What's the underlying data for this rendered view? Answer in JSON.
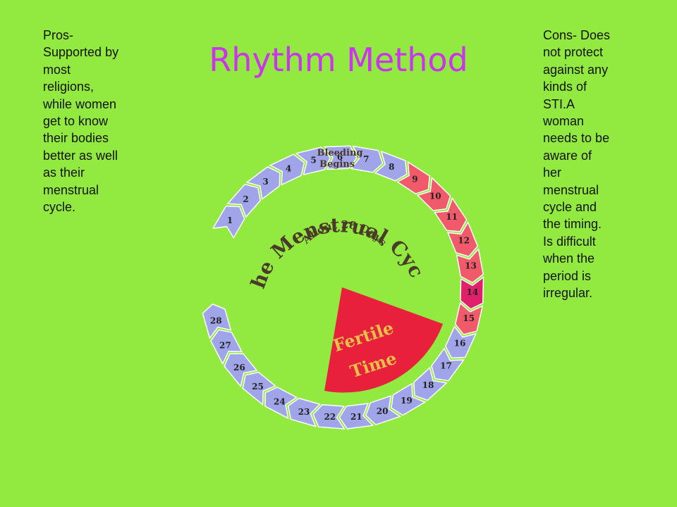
{
  "slide": {
    "title": "Rhythm Method",
    "pros": "Pros-\nSupported by\nmost\nreligions,\nwhile women\nget to know\ntheir bodies\nbetter as well\nas their\nmenstrual\ncycle.",
    "cons": "Cons- Does\nnot protect\nagainst any\nkinds of\nSTI.A\nwoman\nneeds to be\naware of\nher\nmenstrual\ncycle and\nthe timing.\nIs difficult\nwhen the\nperiod is\nirregular."
  },
  "diagram": {
    "heading": "The Menstrual Cycle",
    "subheading": "About 28 Days",
    "start_label_line1": "Bleeding",
    "start_label_line2": "Begins",
    "fertile_line1": "Fertile",
    "fertile_line2": "Time",
    "days": [
      "1",
      "2",
      "3",
      "4",
      "5",
      "6",
      "7",
      "8",
      "9",
      "10",
      "11",
      "12",
      "13",
      "14",
      "15",
      "16",
      "17",
      "18",
      "19",
      "20",
      "21",
      "22",
      "23",
      "24",
      "25",
      "26",
      "27",
      "28"
    ],
    "fertile_days": [
      "9",
      "10",
      "11",
      "12",
      "13",
      "14",
      "15"
    ],
    "peak_day": "14",
    "colors": {
      "background": "#92e93f",
      "title": "#cc33ee",
      "regular_arrow": "#a0a4e8",
      "fertile_arrow": "#f05a6a",
      "peak_arrow": "#e0206a",
      "fertile_wedge": "#e8203c"
    }
  }
}
